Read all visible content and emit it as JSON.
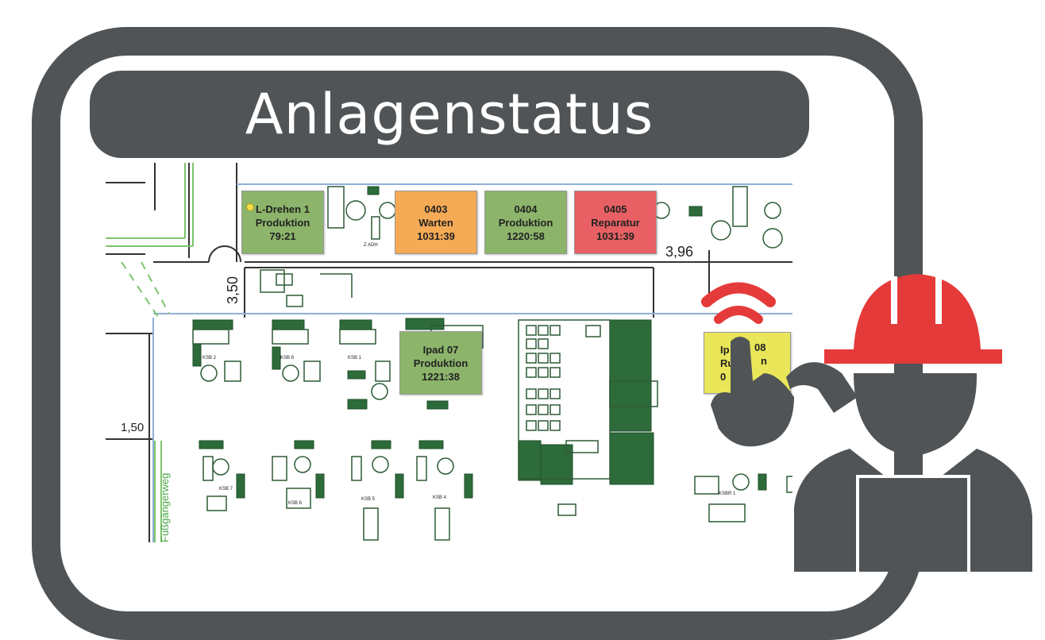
{
  "title": "Anlagenstatus",
  "colors": {
    "frame": "#505456",
    "production": "#8cb46a",
    "waiting": "#f5aa55",
    "repair": "#e86063",
    "yellow": "#e9e65a",
    "helmet": "#e53a3a",
    "wifi": "#e53a3a"
  },
  "plan": {
    "walkway_label": "Fußgängerweg",
    "dimensions": {
      "d1": "3,50",
      "d2": "3,96",
      "d3": "1,50"
    },
    "machine_labels": [
      "KSB 2",
      "KSB 8",
      "KSB 1",
      "KSB 7",
      "KSB 6",
      "KSB 5",
      "KSB 4",
      "KSBR 1",
      "Z ADH"
    ]
  },
  "machines": [
    {
      "id": "L-Drehen 1",
      "status": "Produktion",
      "time": "79:21",
      "color": "production"
    },
    {
      "id": "0403",
      "status": "Warten",
      "time": "1031:39",
      "color": "waiting"
    },
    {
      "id": "0404",
      "status": "Produktion",
      "time": "1220:58",
      "color": "production"
    },
    {
      "id": "0405",
      "status": "Reparatur",
      "time": "1031:39",
      "color": "repair"
    },
    {
      "id": "Ipad 07",
      "status": "Produktion",
      "time": "1221:38",
      "color": "production"
    }
  ],
  "partial_tile": {
    "id_fragment": "Ip",
    "id_suffix": "08",
    "status_fragment": "Ru",
    "status_suffix": "n",
    "time_fragment": "0"
  },
  "icons": [
    "worker-helmet-icon",
    "wifi-signal-icon",
    "tap-hand-icon"
  ]
}
